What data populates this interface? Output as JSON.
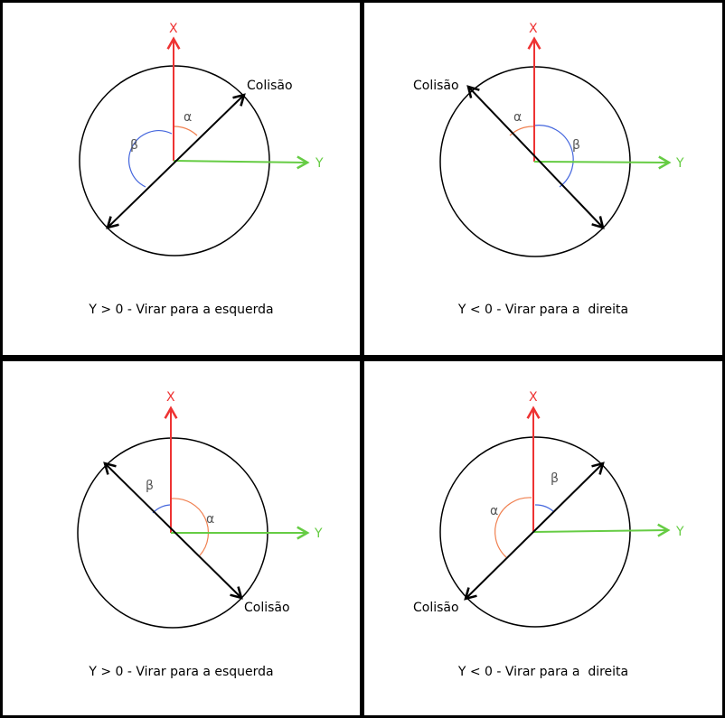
{
  "colors": {
    "x_axis": "#ee3333",
    "y_axis": "#66cc44",
    "alpha_arc": "#f08050",
    "beta_arc": "#4466dd",
    "line": "#000000"
  },
  "panels": [
    {
      "axis_x_label": "X",
      "axis_y_label": "Y",
      "alpha_label": "α",
      "beta_label": "β",
      "collision_label": "Colisão",
      "caption": "Y > 0 - Virar para a esquerda"
    },
    {
      "axis_x_label": "X",
      "axis_y_label": "Y",
      "alpha_label": "α",
      "beta_label": "β",
      "collision_label": "Colisão",
      "caption": "Y < 0 - Virar para a  direita"
    },
    {
      "axis_x_label": "X",
      "axis_y_label": "Y",
      "alpha_label": "α",
      "beta_label": "β",
      "collision_label": "Colisão",
      "caption": "Y > 0 - Virar para a esquerda"
    },
    {
      "axis_x_label": "X",
      "axis_y_label": "Y",
      "alpha_label": "α",
      "beta_label": "β",
      "collision_label": "Colisão",
      "caption": "Y < 0 - Virar para a  direita"
    }
  ]
}
